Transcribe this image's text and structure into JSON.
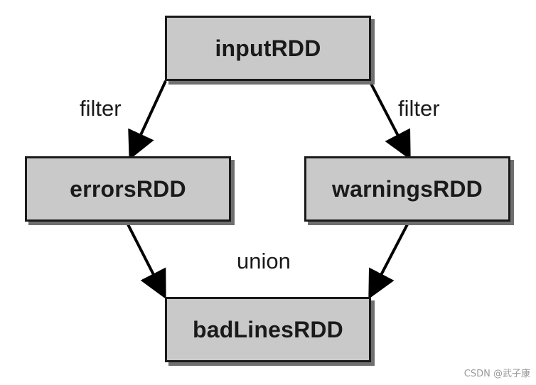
{
  "nodes": {
    "input": "inputRDD",
    "errors": "errorsRDD",
    "warnings": "warningsRDD",
    "bad_lines": "badLinesRDD"
  },
  "edges": {
    "filter_left": "filter",
    "filter_right": "filter",
    "union": "union"
  },
  "watermark": "CSDN @武子康",
  "colors": {
    "node_fill": "#c9c9c9",
    "node_border": "#1a1a1a",
    "node_shadow": "#6f6f6f",
    "arrow": "#000000"
  }
}
